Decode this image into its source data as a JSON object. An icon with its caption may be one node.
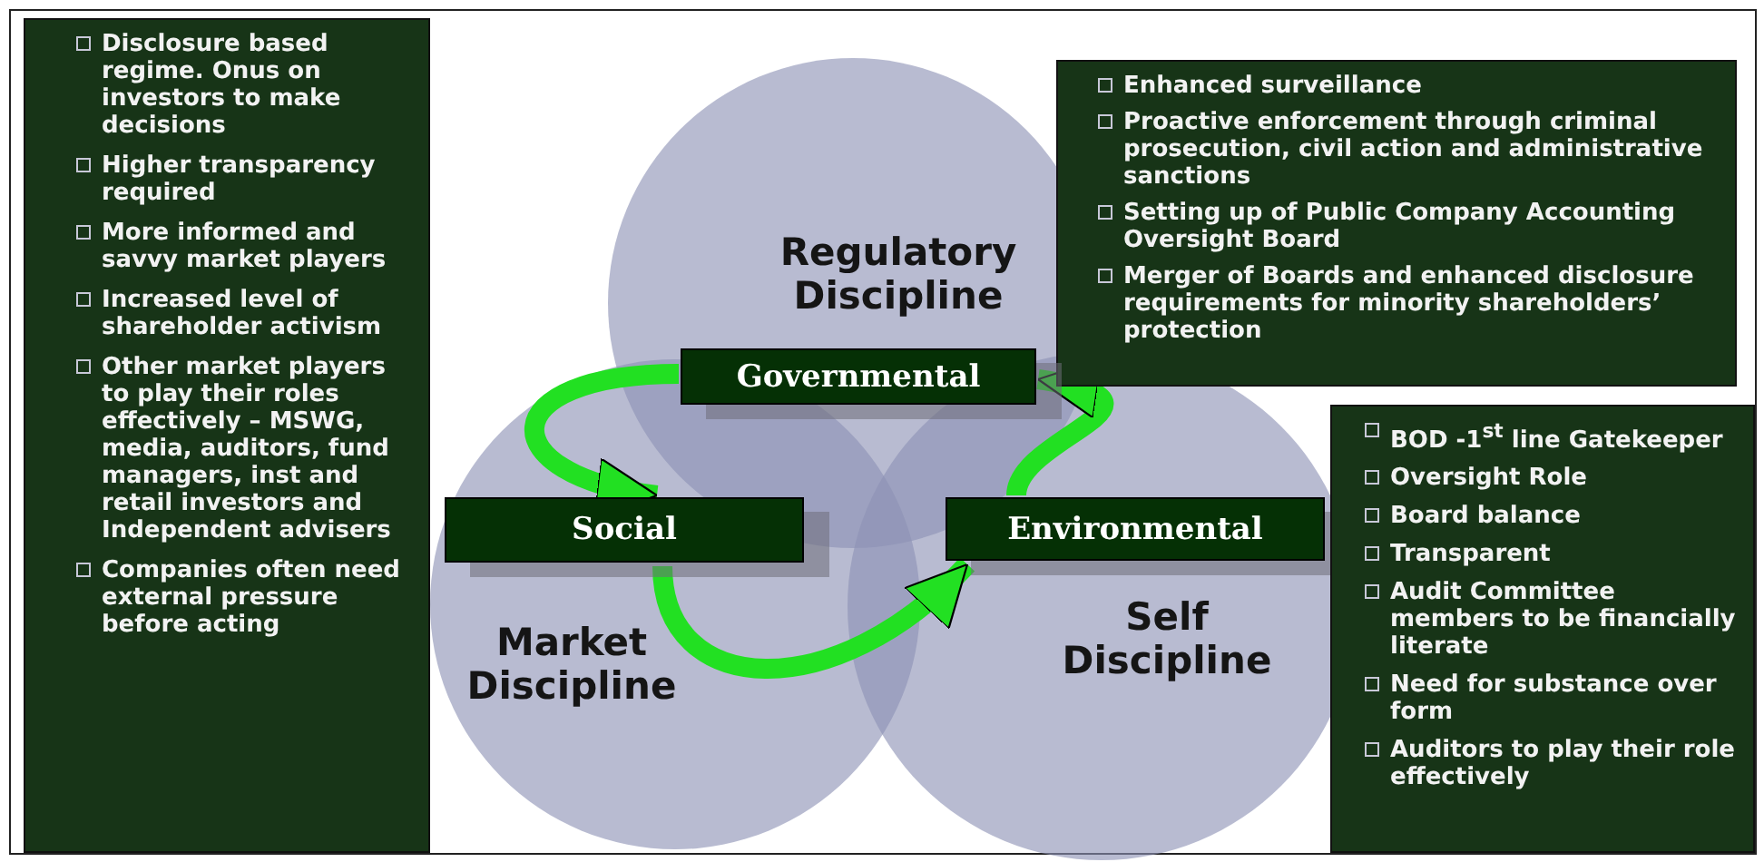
{
  "diagram": {
    "nodes": [
      {
        "text": [
          "Disclosure based regime. Onus on investors to make decisions",
          "Higher transparency required",
          "More informed and savvy market players",
          "Increased level of shareholder activism",
          "Other market players to play their roles effectively – MSWG, media, auditors, fund managers, inst and retail investors and Independent advisers",
          "Companies often need external pressure before acting"
        ]
      },
      {
        "text": [
          "Regulatory Discipline"
        ]
      },
      {
        "text": [
          "Enhanced surveillance",
          "Proactive enforcement through criminal prosecution, civil action and administrative sanctions",
          "Setting up of Public Company Accounting Oversight Board",
          "Merger of Boards and enhanced disclosure requirements for minority shareholders’ protection"
        ]
      },
      {
        "text": [
          "Governmental"
        ]
      },
      {
        "text": [
          "Social"
        ]
      },
      {
        "text": [
          "Environmental"
        ]
      },
      {
        "text": [
          "Market Discipline"
        ]
      },
      {
        "text": [
          "Self Discipline"
        ]
      },
      {
        "text": [
          "BOD -1$^{st}$ line Gatekeeper",
          "Oversight Role",
          "Board balance",
          "Transparent",
          "Audit Committee members to be financially literate",
          "Need for substance over form",
          "Auditors to play their role effectively"
        ]
      }
    ],
    "edges": [
      {
        "from": 3,
        "to": 4,
        "arrow": "to"
      },
      {
        "from": 4,
        "to": 5,
        "arrow": "to"
      },
      {
        "from": 5,
        "to": 3,
        "arrow": "to"
      }
    ]
  }
}
